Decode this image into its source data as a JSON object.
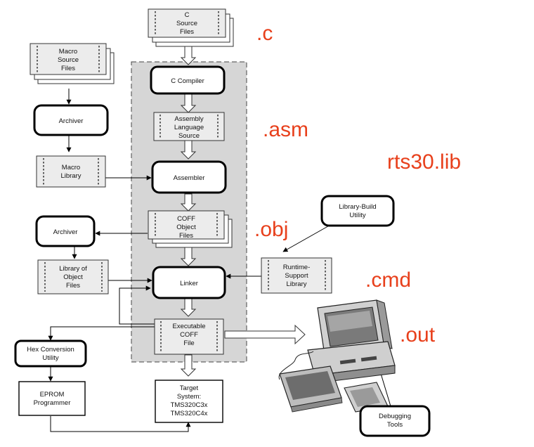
{
  "colors": {
    "extension_label": "#e8401c",
    "panel_fill": "#d6d6d6"
  },
  "nodes": {
    "c_source": [
      "C",
      "Source",
      "Files"
    ],
    "macro_source": [
      "Macro",
      "Source",
      "Files"
    ],
    "c_compiler": "C Compiler",
    "archiver_top": "Archiver",
    "asm_source": [
      "Assembly",
      "Language",
      "Source"
    ],
    "macro_library": [
      "Macro",
      "Library"
    ],
    "assembler": "Assembler",
    "library_build": [
      "Library-Build",
      "Utility"
    ],
    "coff_object": [
      "COFF",
      "Object",
      "Files"
    ],
    "archiver_bottom": "Archiver",
    "library_of_objects": [
      "Library of",
      "Object",
      "Files"
    ],
    "linker": "Linker",
    "runtime_support": [
      "Runtime-",
      "Support",
      "Library"
    ],
    "executable_coff": [
      "Executable",
      "COFF",
      "File"
    ],
    "hex_conversion": [
      "Hex Conversion",
      "Utility"
    ],
    "eprom": [
      "EPROM",
      "Programmer"
    ],
    "target_system": [
      "Target",
      "System:",
      "TMS320C3x",
      "TMS320C4x"
    ],
    "debugging_tools": [
      "Debugging",
      "Tools"
    ]
  },
  "extensions": {
    "c": ".c",
    "asm": ".asm",
    "rts": "rts30.lib",
    "obj": ".obj",
    "cmd": ".cmd",
    "out": ".out"
  },
  "icons": {
    "computer": "desktop-computer-icon"
  }
}
